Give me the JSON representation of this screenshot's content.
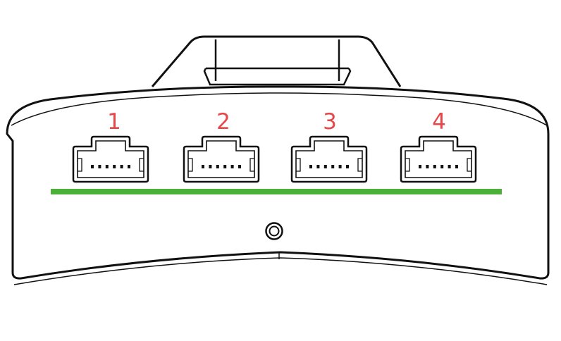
{
  "diagram": {
    "ports": [
      {
        "label": "1",
        "pins": 6
      },
      {
        "label": "2",
        "pins": 6
      },
      {
        "label": "3",
        "pins": 6
      },
      {
        "label": "4",
        "pins": 6
      }
    ],
    "colors": {
      "outline": "#111111",
      "port_label": "#e8474a",
      "indicator_strip": "#4caf3a",
      "background": "#ffffff"
    }
  }
}
